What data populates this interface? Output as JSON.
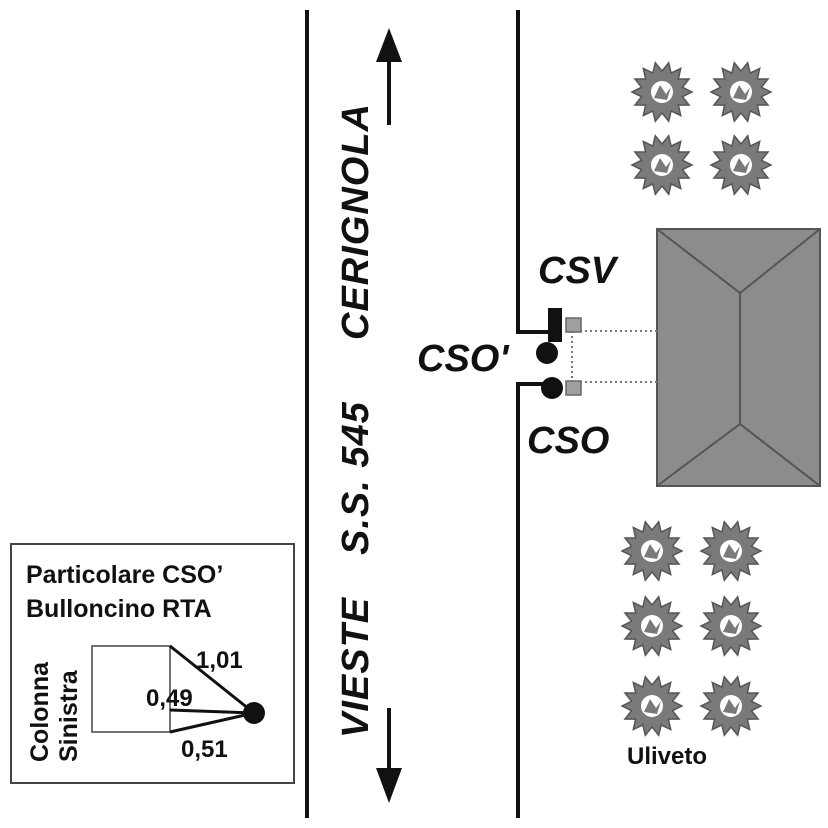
{
  "road": {
    "direction_north": "CERIGNOLA",
    "route": "S.S. 545",
    "direction_south": "VIESTE"
  },
  "markers": {
    "csv": "CSV",
    "cso_prime": "CSO'",
    "cso": "CSO"
  },
  "olive_grove": {
    "label": "Uliveto"
  },
  "inset": {
    "title_line1": "Particolare CSO’",
    "title_line2": "Bulloncino RTA",
    "side_label_line1": "Colonna",
    "side_label_line2": "Sinistra",
    "measure_top": "1,01",
    "measure_middle": "0,49",
    "measure_bottom": "0,51"
  },
  "colors": {
    "ink": "#111111",
    "building_fill": "#8c8c8c",
    "tree_fill": "#7a7a7a",
    "small_square": "#a0a0a0"
  },
  "icons": {
    "tree": "olive-tree-icon",
    "arrow_up": "arrow-up-icon",
    "arrow_down": "arrow-down-icon"
  }
}
